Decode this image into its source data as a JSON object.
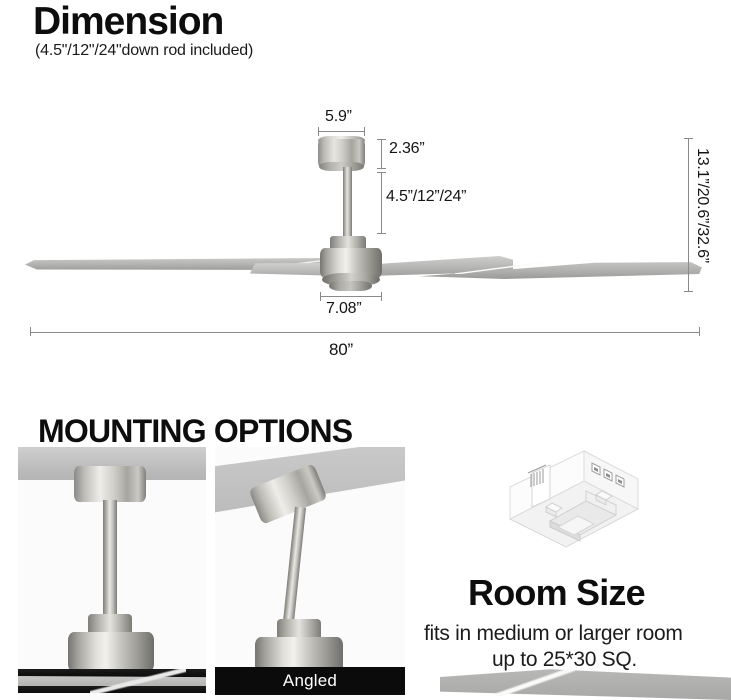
{
  "header": {
    "title": "Dimension",
    "subtitle": "(4.5\"/12\"/24\"down rod included)"
  },
  "dimensions": {
    "canopy_width": "5.9”",
    "canopy_height": "2.36”",
    "downrod_length": "4.5”/12”/24”",
    "motor_housing_width": "7.08”",
    "blade_span": "80”",
    "total_height": "13.1”/20.6”/32.6”"
  },
  "mounting": {
    "heading": "MOUNTING OPTIONS",
    "options": [
      {
        "label": "",
        "caption_visible": false,
        "type": "flat-ceiling-mount"
      },
      {
        "label": "Angled",
        "caption_visible": true,
        "type": "angled-ceiling-mount"
      }
    ]
  },
  "room_size": {
    "heading": "Room Size",
    "line1": "fits in medium or larger room",
    "line2": "up to 25*30 SQ.",
    "illustration": "room-model-icon"
  },
  "colors": {
    "text": "#0d0d0d",
    "dimension_line": "#8a8a8a",
    "blade": "#b0b0ae",
    "nickel_light": "#eeedea",
    "nickel_dark": "#76756f",
    "caption_bar": "#0b0b0b",
    "ceiling": "#c3c3c3"
  }
}
